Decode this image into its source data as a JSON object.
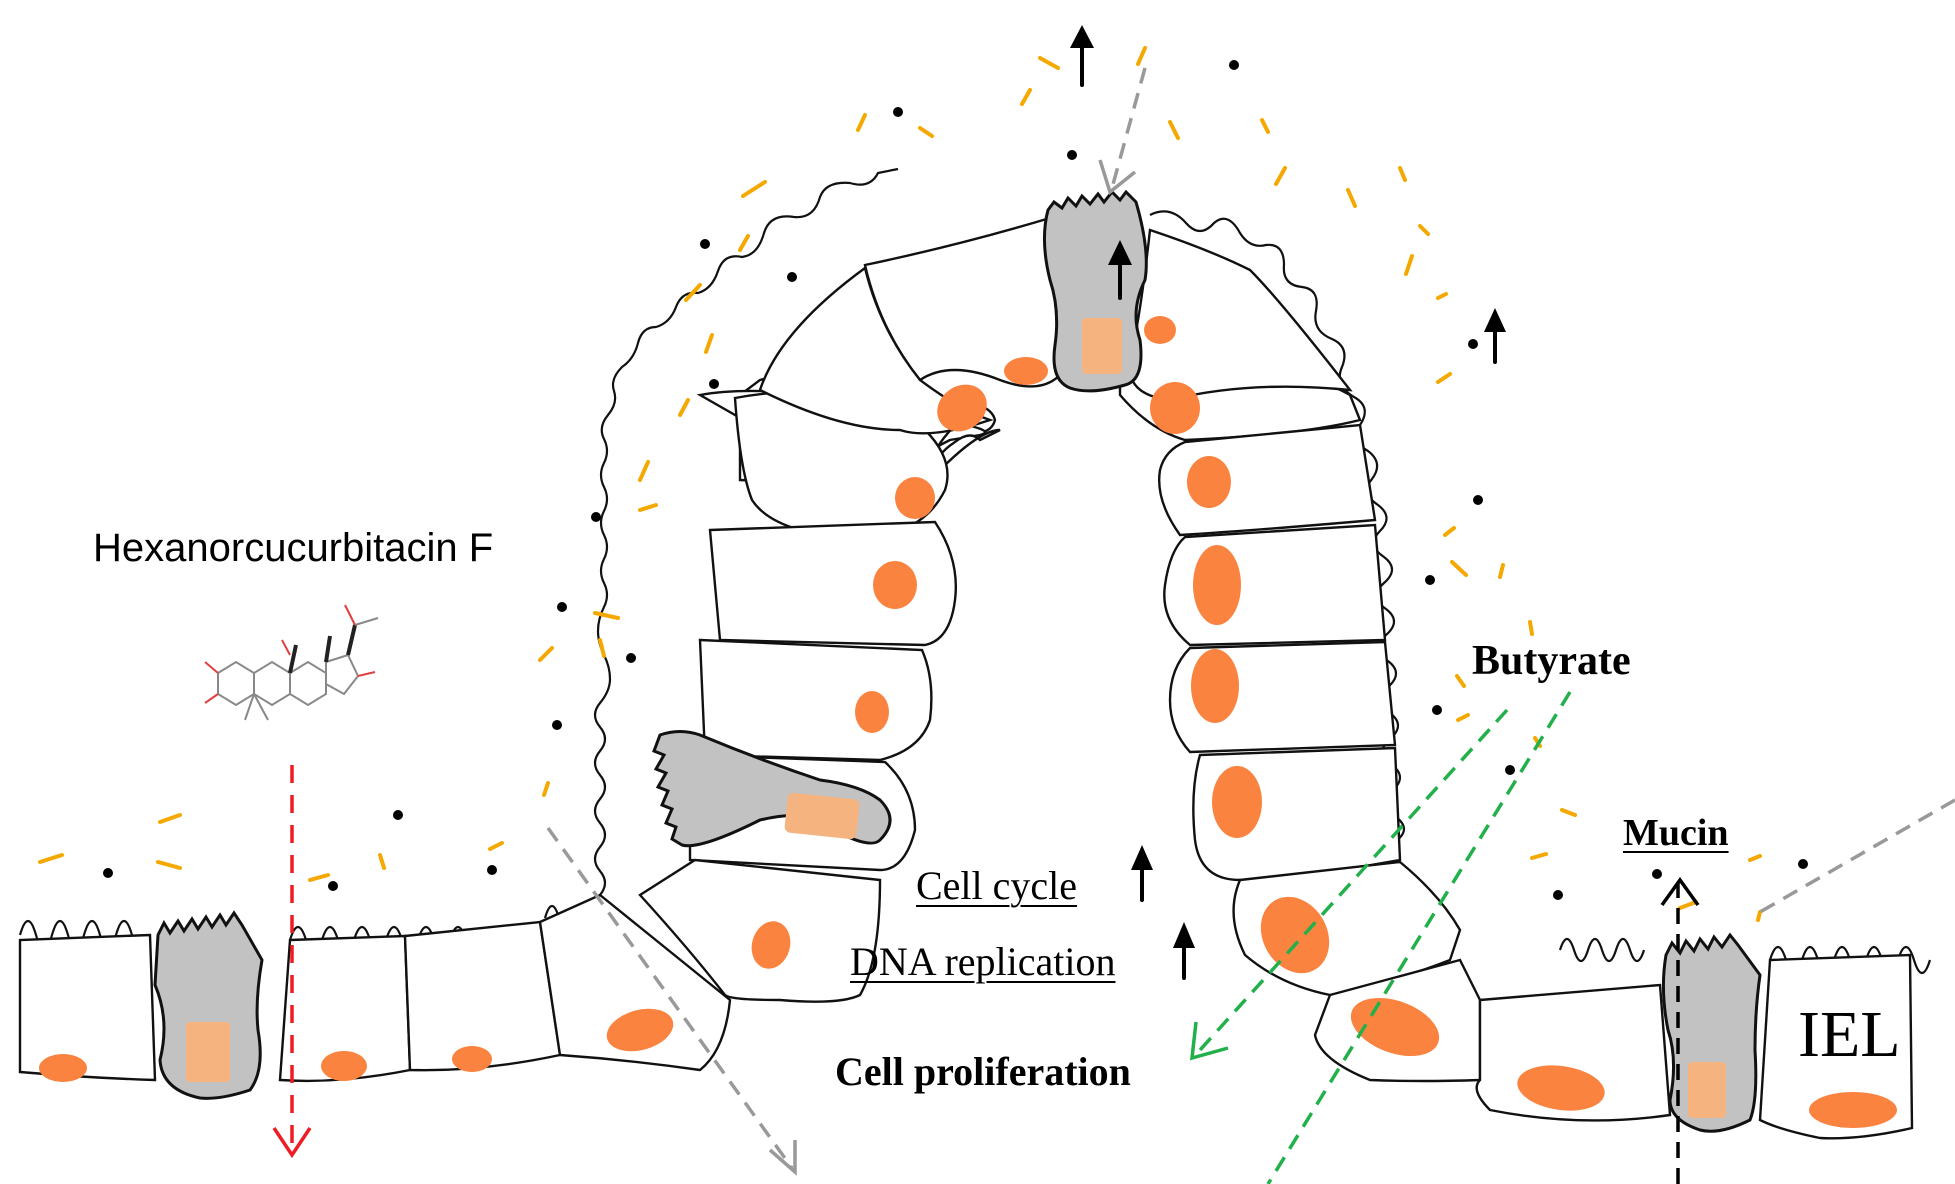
{
  "diagram": {
    "title": "Intestinal villus epithelium schematic",
    "labels": {
      "compound": "Hexanorcucurbitacin F",
      "metabolite": "Butyrate",
      "cell_cycle": "Cell cycle",
      "dna_replication": "DNA replication",
      "outcome": "Cell proliferation",
      "mucin": "Mucin",
      "iel": "IEL"
    },
    "indicators": {
      "cell_cycle": "up",
      "dna_replication": "up",
      "mucin": "up",
      "goblet_cell_top": "up",
      "bacteria_top": "up",
      "bacteria_right": "up"
    },
    "arrow_colors": {
      "compound_flow": "#ee1c24",
      "butyrate_flow": "#22b04b",
      "bacteria_flow": "#999999",
      "mucin_flow": "#000000"
    },
    "element_colors": {
      "nucleus": "#fb8340",
      "goblet_cell": "#c2c2c2",
      "mucus_granule": "#f5b47f",
      "bacteria": "#f5a800"
    }
  }
}
